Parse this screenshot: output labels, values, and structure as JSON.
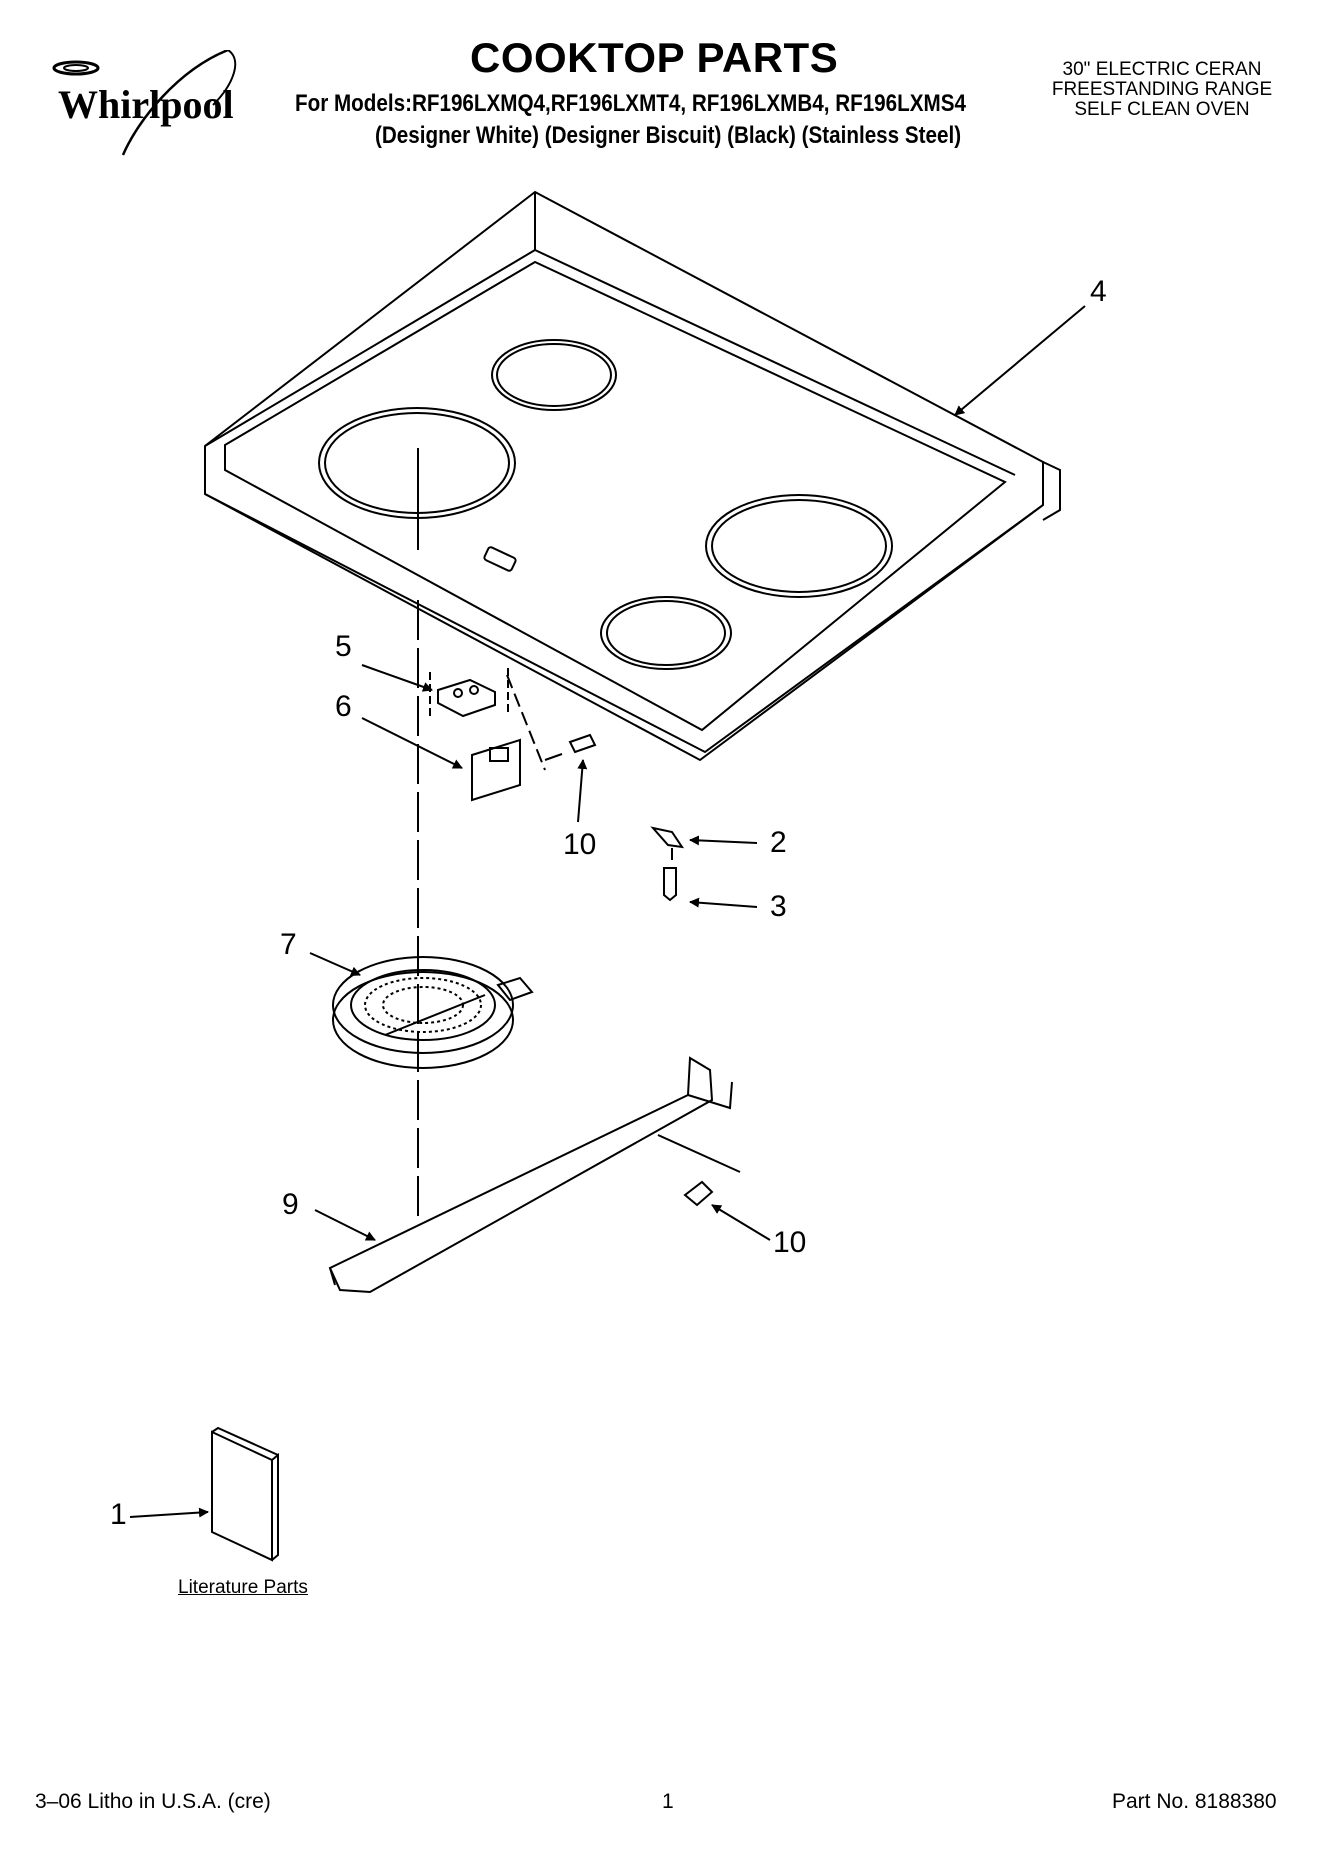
{
  "header": {
    "brand": "Whirlpool",
    "title": "COOKTOP PARTS",
    "models_line": "For Models:RF196LXMQ4,RF196LXMT4, RF196LXMB4, RF196LXMS4",
    "finishes_line": "(Designer White) (Designer Biscuit) (Black)      (Stainless Steel)",
    "description": [
      "30\" ELECTRIC CERAN",
      "FREESTANDING RANGE",
      "SELF CLEAN OVEN"
    ]
  },
  "callouts": {
    "c1": "1",
    "c2": "2",
    "c3": "3",
    "c4": "4",
    "c5": "5",
    "c6": "6",
    "c7": "7",
    "c9": "9",
    "c10a": "10",
    "c10b": "10"
  },
  "literature_label": "Literature Parts",
  "footer": {
    "litho": "3–06 Litho in U.S.A. (cre)",
    "page": "1",
    "part_no": "Part No. 8188380"
  }
}
